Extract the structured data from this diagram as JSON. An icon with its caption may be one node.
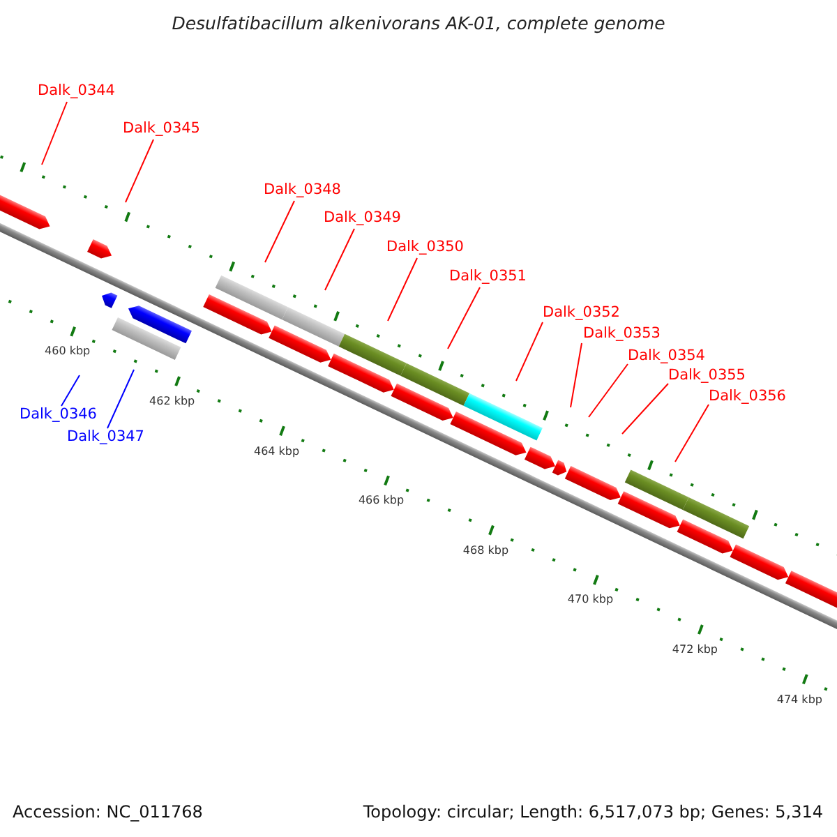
{
  "diagram": {
    "title": "Desulfatibacillum alkenivorans AK-01, complete genome",
    "nodes": [
      {
        "text": [
          "Dalk_0344"
        ]
      },
      {
        "text": [
          "Dalk_0345"
        ]
      },
      {
        "text": [
          "Dalk_0348"
        ]
      },
      {
        "text": [
          "Dalk_0349"
        ]
      },
      {
        "text": [
          "Dalk_0350"
        ]
      },
      {
        "text": [
          "Dalk_0351"
        ]
      },
      {
        "text": [
          "Dalk_0352"
        ]
      },
      {
        "text": [
          "Dalk_0353"
        ]
      },
      {
        "text": [
          "Dalk_0354"
        ]
      },
      {
        "text": [
          "Dalk_0355"
        ]
      },
      {
        "text": [
          "Dalk_0356"
        ]
      },
      {
        "text": [
          "Dalk_0346"
        ]
      },
      {
        "text": [
          "Dalk_0347"
        ]
      }
    ],
    "edges": [
      {
        "from": 0,
        "to": null,
        "arrow": "none"
      },
      {
        "from": 1,
        "to": null,
        "arrow": "none"
      },
      {
        "from": 2,
        "to": null,
        "arrow": "none"
      },
      {
        "from": 3,
        "to": null,
        "arrow": "none"
      },
      {
        "from": 4,
        "to": null,
        "arrow": "none"
      },
      {
        "from": 5,
        "to": null,
        "arrow": "none"
      },
      {
        "from": 6,
        "to": null,
        "arrow": "none"
      },
      {
        "from": 7,
        "to": null,
        "arrow": "none"
      },
      {
        "from": 8,
        "to": null,
        "arrow": "none"
      },
      {
        "from": 9,
        "to": null,
        "arrow": "none"
      },
      {
        "from": 10,
        "to": null,
        "arrow": "none"
      },
      {
        "from": 11,
        "to": null,
        "arrow": "none",
        "color": "#0000ff"
      },
      {
        "from": 12,
        "to": null,
        "arrow": "none",
        "color": "#0000ff"
      }
    ],
    "labels": [
      "460 kbp",
      "462 kbp",
      "464 kbp",
      "466 kbp",
      "468 kbp",
      "470 kbp",
      "472 kbp",
      "474 kbp",
      "Accession: NC_011768",
      "Topology: circular; Length: 6,517,073 bp; Genes: 5,314"
    ]
  }
}
